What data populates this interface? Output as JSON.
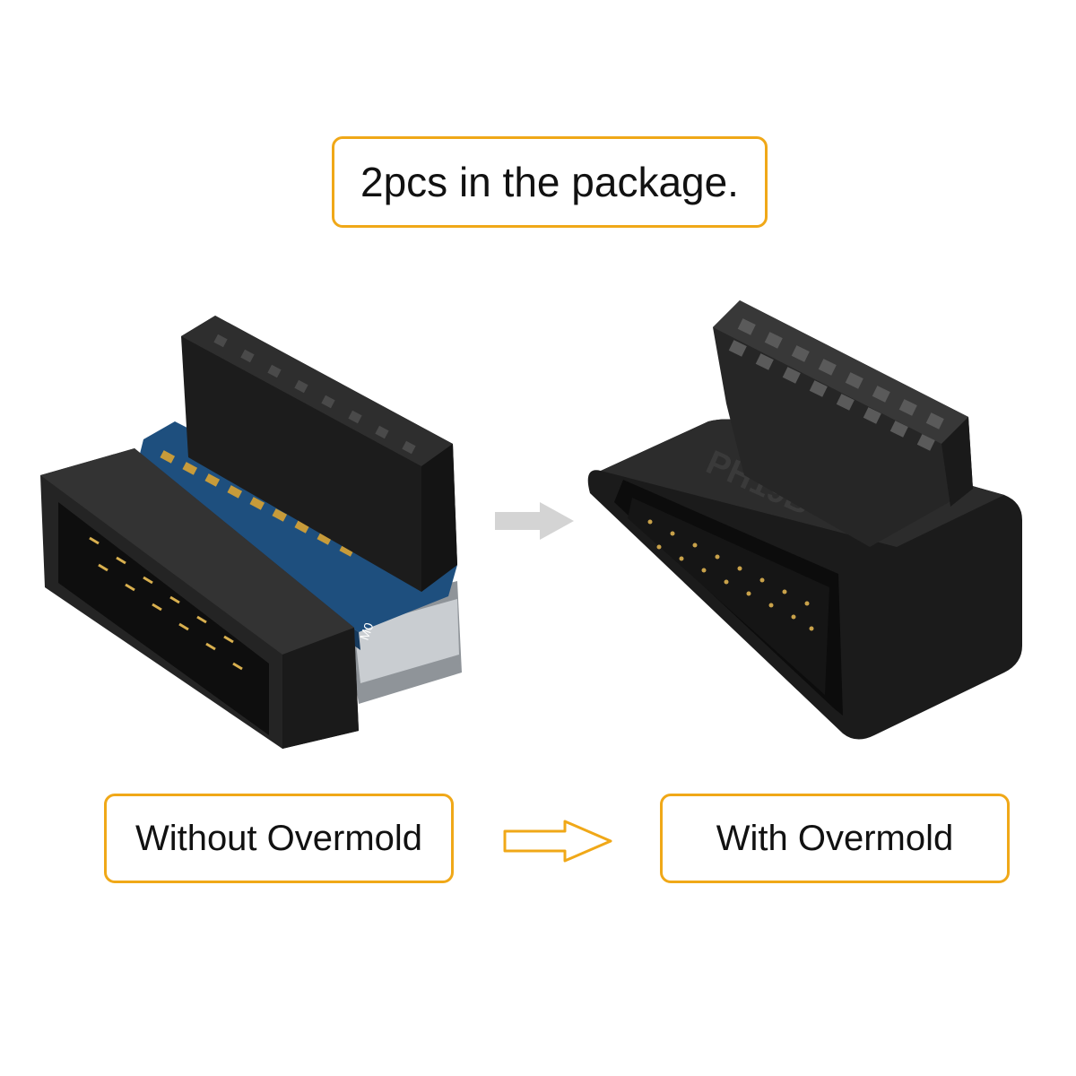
{
  "header_label": "2pcs in the package.",
  "left_caption": "Without Overmold",
  "right_caption": "With Overmold",
  "molded_marking": "PH19B",
  "pcb_marking": "M0",
  "colors": {
    "label_border": "#f0a818",
    "arrow_gray": "#d4d4d4",
    "connector_black": "#1c1c1c",
    "pcb_blue": "#1e4f7e"
  }
}
